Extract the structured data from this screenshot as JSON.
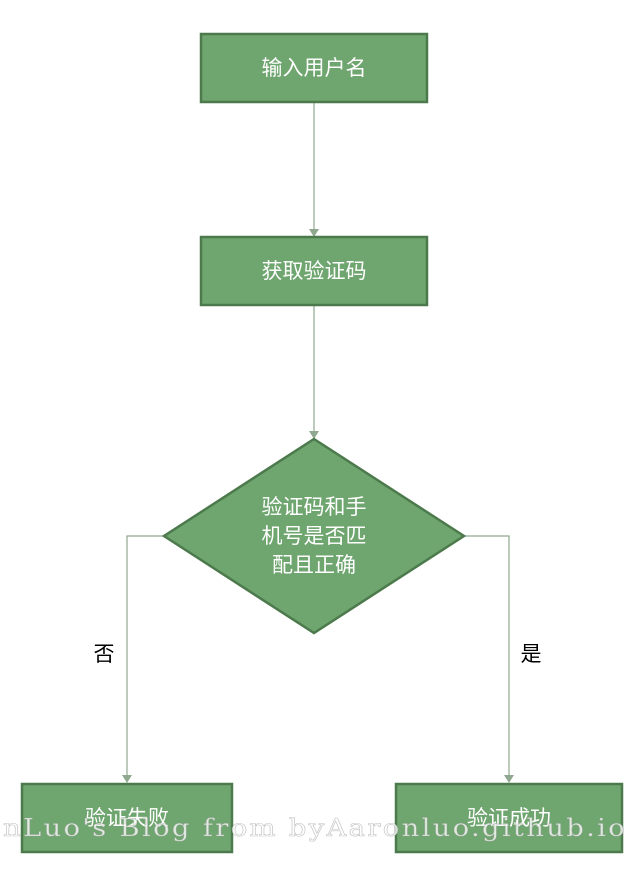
{
  "nodes": {
    "input_username": "输入用户名",
    "get_code": "获取验证码",
    "decision": [
      "验证码和手",
      "机号是否匹",
      "配且正确"
    ],
    "fail": "验证失败",
    "success": "验证成功"
  },
  "branches": {
    "no": "否",
    "yes": "是"
  },
  "watermark": "nLuo's Blog from byAaronluo.github.io",
  "colors": {
    "node_fill": "#6fa56f",
    "node_border": "#4c7a4c",
    "connector": "#8fa88f",
    "background": "#ffffff"
  }
}
